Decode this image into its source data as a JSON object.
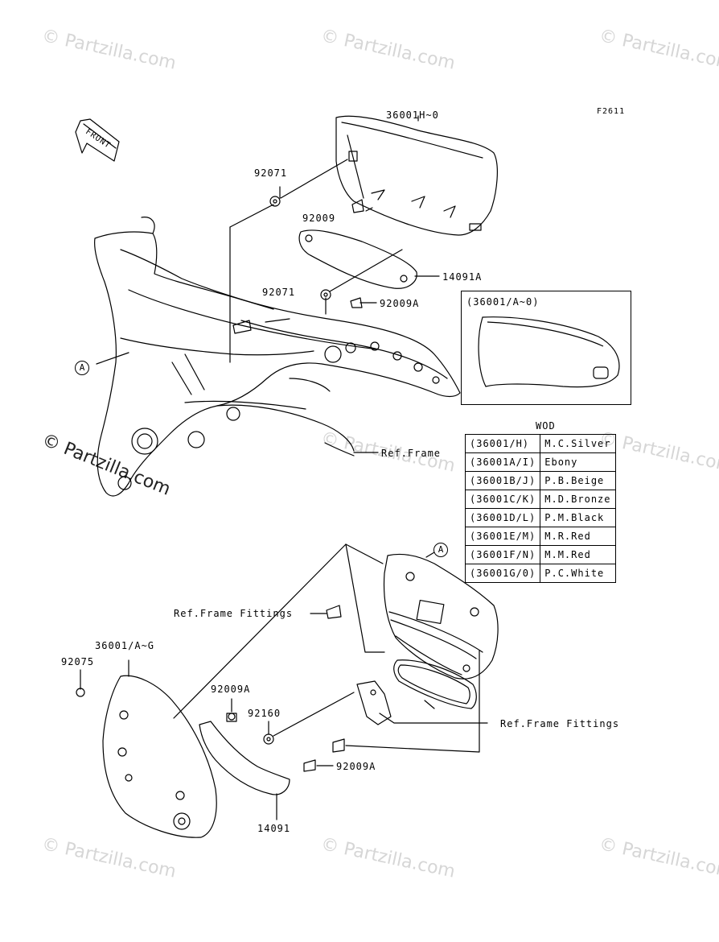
{
  "figure_code": "F2611",
  "front_label": "FRONT",
  "watermark": "© Partzilla.com",
  "callout_letter": "A",
  "parts": {
    "p36001H0": "36001H~0",
    "p92071_top": "92071",
    "p92009": "92009",
    "p14091A": "14091A",
    "p92071_mid": "92071",
    "p92009A_top": "92009A",
    "p36001AG": "36001/A~G",
    "p92075": "92075",
    "p92009A_mid": "92009A",
    "p92160": "92160",
    "p92009A_bot": "92009A",
    "p14091": "14091"
  },
  "refs": {
    "frame": "Ref.Frame",
    "fittings_left": "Ref.Frame Fittings",
    "fittings_right": "Ref.Frame Fittings"
  },
  "inset_title": "(36001/A~0)",
  "wod_title": "WOD",
  "wod_rows": [
    {
      "code": "(36001/H)",
      "color": "M.C.Silver"
    },
    {
      "code": "(36001A/I)",
      "color": "Ebony"
    },
    {
      "code": "(36001B/J)",
      "color": "P.B.Beige"
    },
    {
      "code": "(36001C/K)",
      "color": "M.D.Bronze"
    },
    {
      "code": "(36001D/L)",
      "color": "P.M.Black"
    },
    {
      "code": "(36001E/M)",
      "color": "M.R.Red"
    },
    {
      "code": "(36001F/N)",
      "color": "M.M.Red"
    },
    {
      "code": "(36001G/0)",
      "color": "P.C.White"
    }
  ]
}
